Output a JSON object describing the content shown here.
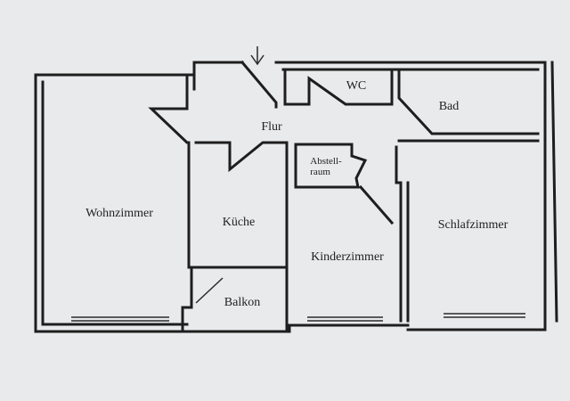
{
  "plan": {
    "rooms": {
      "wohnzimmer": "Wohnzimmer",
      "kueche": "Küche",
      "flur": "Flur",
      "wc": "WC",
      "bad": "Bad",
      "abstellraum_line1": "Abstell-",
      "abstellraum_line2": "raum",
      "kinderzimmer": "Kinderzimmer",
      "schlafzimmer": "Schlafzimmer",
      "balkon": "Balkon"
    },
    "colors": {
      "paper": "#e9eaec",
      "ink": "#1e1e1e"
    }
  }
}
